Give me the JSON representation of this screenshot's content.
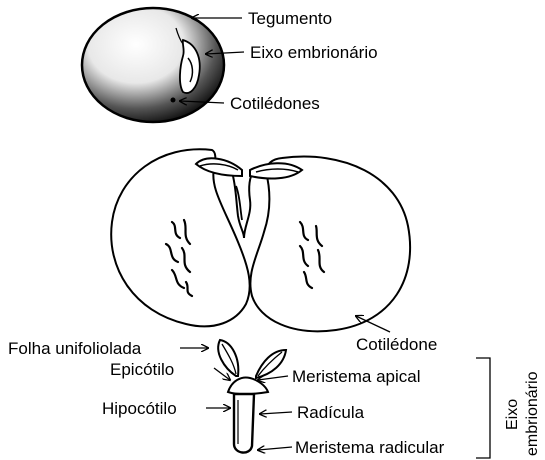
{
  "labels": {
    "tegumento": "Tegumento",
    "eixo_embrionario_top": "Eixo embrionário",
    "cotiledones": "Cotilédones",
    "cotiledone": "Cotilédone",
    "folha_unifoliolada": "Folha unifoliolada",
    "epicotilo": "Epicótilo",
    "meristema_apical": "Meristema apical",
    "hipocotilo": "Hipocótilo",
    "radicula": "Radícula",
    "meristema_radicular": "Meristema radicular",
    "eixo_side_line1": "Eixo",
    "eixo_side_line2": "embrionário"
  },
  "colors": {
    "ink": "#000000",
    "background": "#ffffff"
  }
}
